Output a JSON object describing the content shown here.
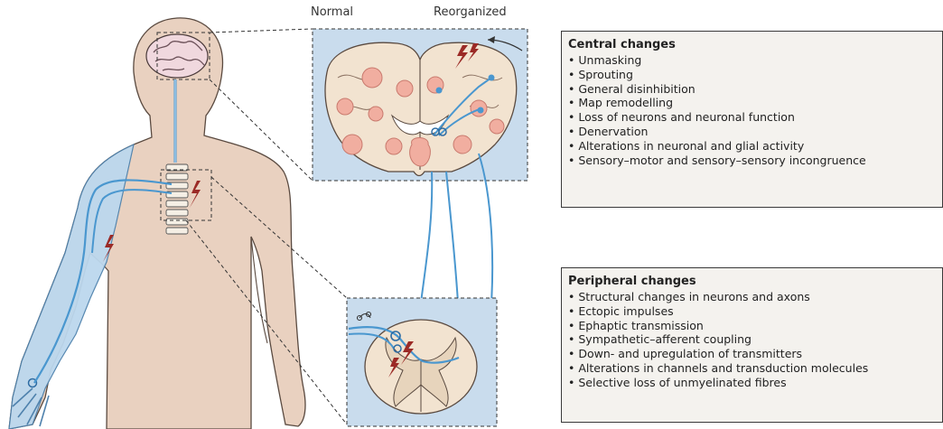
{
  "labels": {
    "normal": "Normal",
    "reorganized": "Reorganized"
  },
  "central": {
    "title": "Central changes",
    "items": [
      "Unmasking",
      "Sprouting",
      "General disinhibition",
      "Map remodelling",
      "Loss of neurons and neuronal function",
      "Denervation",
      "Alterations in neuronal  and glial activity",
      "Sensory–motor and sensory–sensory incongruence"
    ]
  },
  "peripheral": {
    "title": "Peripheral changes",
    "items": [
      "Structural changes in neurons and axons",
      "Ectopic impulses",
      "Ephaptic transmission",
      "Sympathetic–afferent coupling",
      "Down- and upregulation of transmitters",
      "Alterations in channels and transduction molecules",
      "Selective loss of unmyelinated fibres"
    ]
  },
  "colors": {
    "body": "#e9d1c0",
    "arm": "#bcd8ee",
    "nerve": "#4a97cf",
    "panel": "#c9dced",
    "tissue": "#f2e3d0",
    "nucleus": "#f1aea0",
    "spark": "#9b2a26"
  }
}
